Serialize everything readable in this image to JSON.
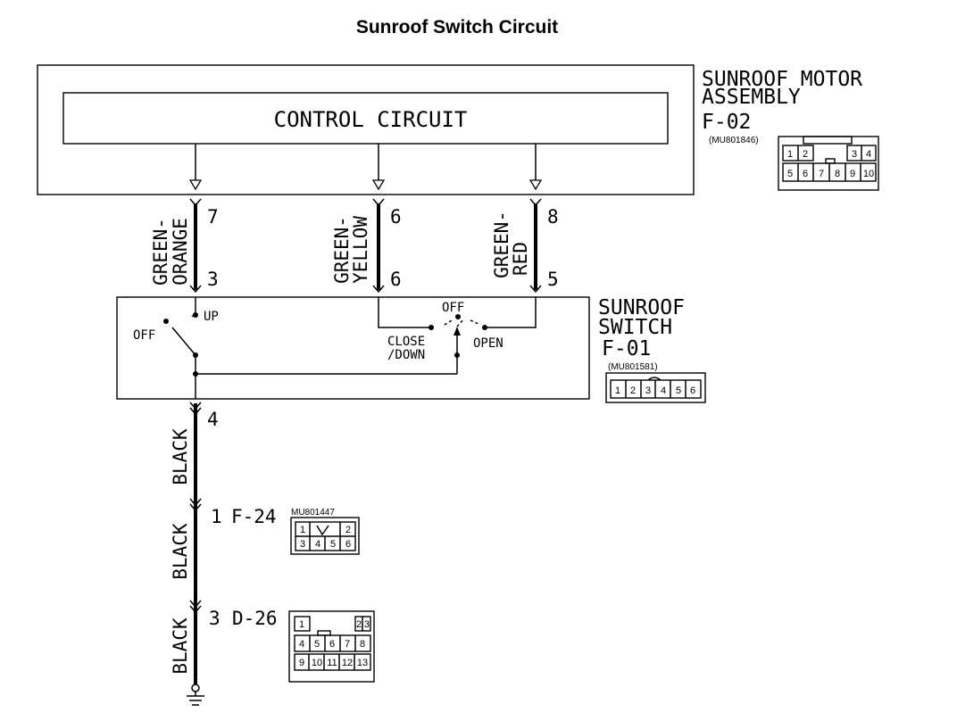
{
  "title": "Sunroof Switch Circuit",
  "motor_assembly": {
    "name_line1": "SUNROOF MOTOR",
    "name_line2": "ASSEMBLY",
    "connector_id": "F-02",
    "part_number": "(MU801846)",
    "control_label": "CONTROL CIRCUIT",
    "connector_cells": [
      "1",
      "2",
      "3",
      "4",
      "5",
      "6",
      "7",
      "8",
      "9",
      "10"
    ]
  },
  "wires": {
    "w1": {
      "line1": "GREEN-",
      "line2": "ORANGE",
      "pin_top": "7",
      "pin_bottom": "3"
    },
    "w2": {
      "line1": "GREEN-",
      "line2": "YELLOW",
      "pin_top": "6",
      "pin_bottom": "6"
    },
    "w3": {
      "line1": "GREEN-",
      "line2": "RED",
      "pin_top": "8",
      "pin_bottom": "5"
    }
  },
  "switch": {
    "name_line1": "SUNROOF",
    "name_line2": "SWITCH",
    "connector_id": "F-01",
    "part_number": "(MU801581)",
    "labels": {
      "up": "UP",
      "off_left": "OFF",
      "off_mid": "OFF",
      "close_line1": "CLOSE",
      "close_line2": "/DOWN",
      "open": "OPEN"
    },
    "connector_cells": [
      "1",
      "2",
      "3",
      "4",
      "5",
      "6"
    ]
  },
  "ground_path": {
    "pin_switch": "4",
    "segments": [
      "BLACK",
      "BLACK",
      "BLACK"
    ],
    "joint1": {
      "pin": "1",
      "connector_id": "F-24",
      "part_number": "MU801447",
      "cells": [
        "1",
        "2",
        "3",
        "4",
        "5",
        "6"
      ]
    },
    "joint2": {
      "pin": "3",
      "connector_id": "D-26",
      "cells": [
        "1",
        "2",
        "3",
        "4",
        "5",
        "6",
        "7",
        "8",
        "9",
        "10",
        "11",
        "12",
        "13"
      ]
    }
  }
}
